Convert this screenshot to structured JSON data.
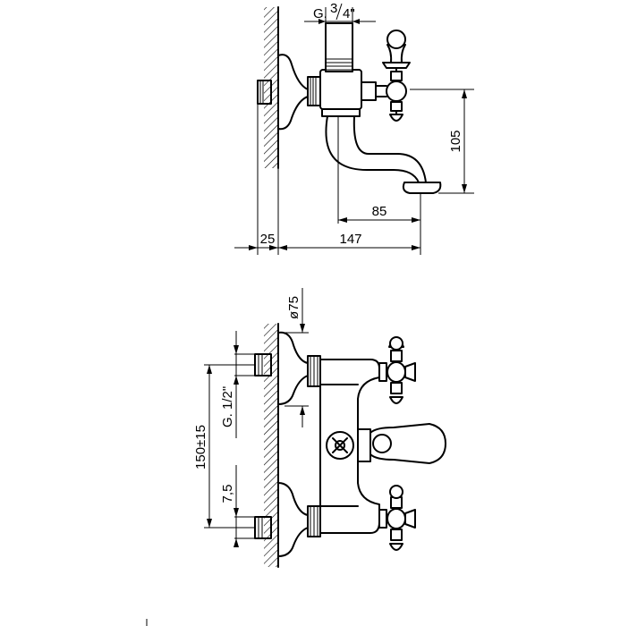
{
  "top_view": {
    "thread_label": "G.",
    "thread_num": "3",
    "thread_den": "4\"",
    "dim_height": "105",
    "dim_spout": "85",
    "dim_wall": "25",
    "dim_total": "147"
  },
  "front_view": {
    "dim_diameter": "ø75",
    "dim_thread_prefix": "G.",
    "dim_thread_frac": "1/2\"",
    "dim_centers": "150±15",
    "dim_offset": "7,5"
  }
}
